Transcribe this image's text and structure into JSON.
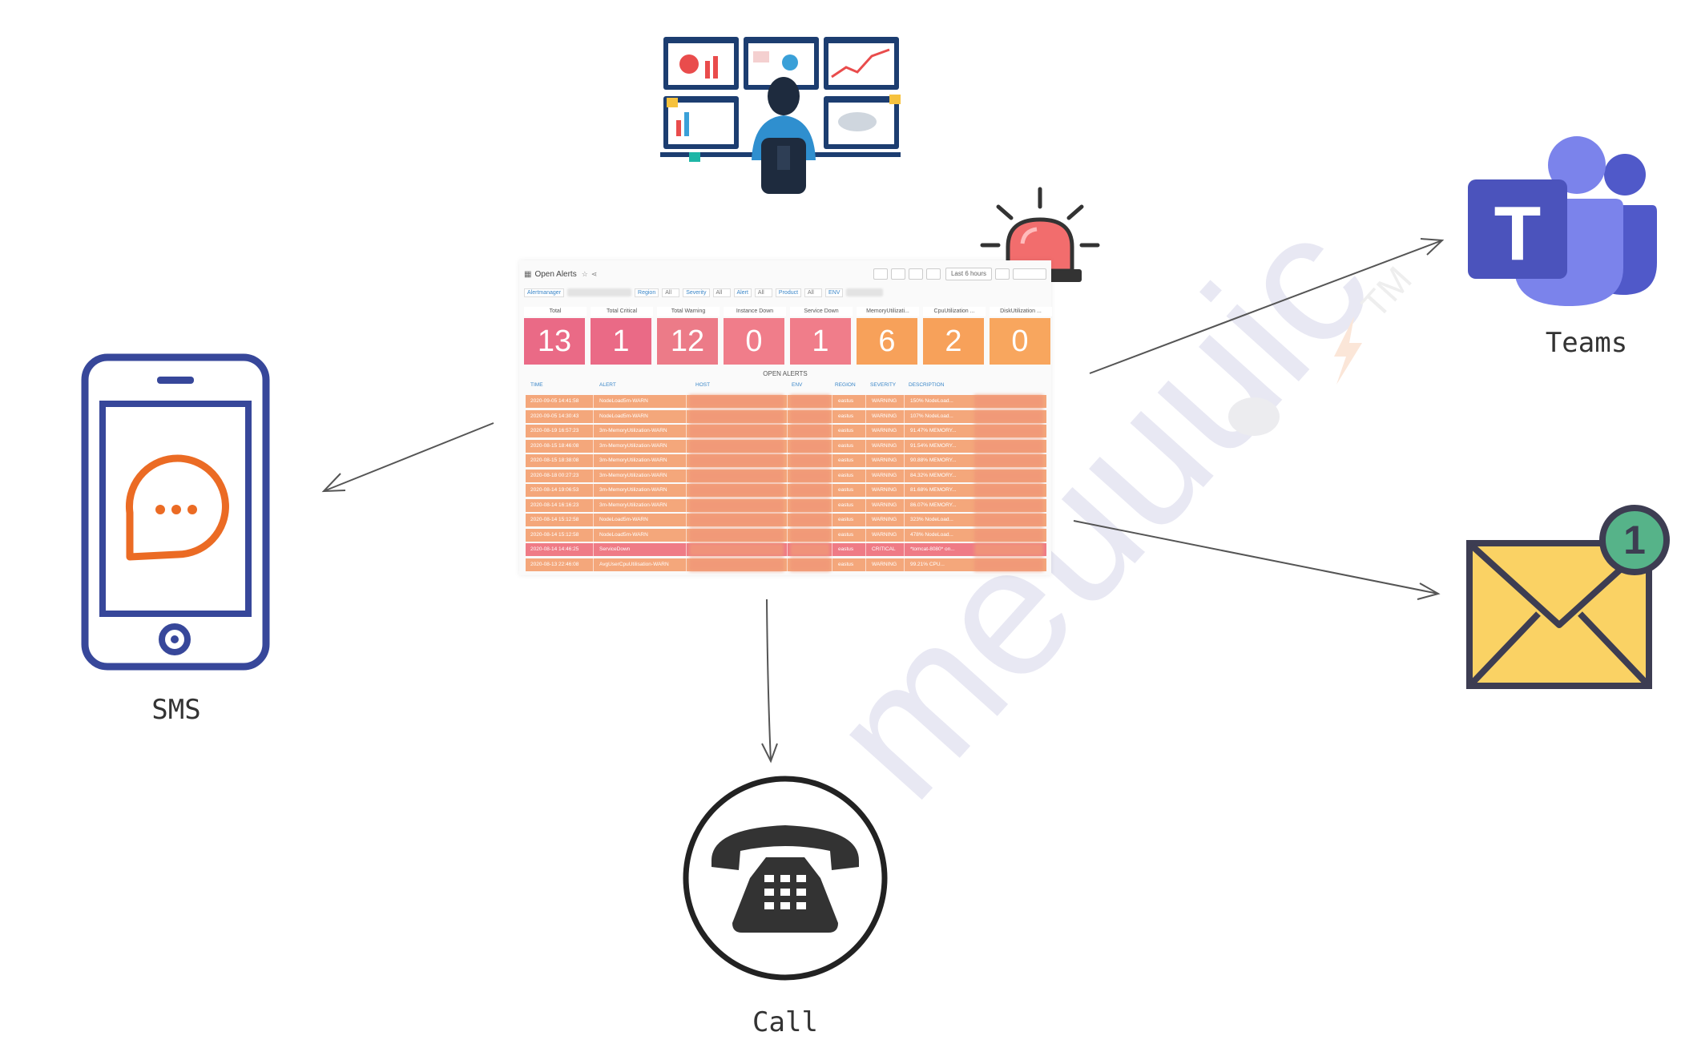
{
  "labels": {
    "sms": "SMS",
    "teams": "Teams",
    "call": "Call"
  },
  "watermark": {
    "text": "meuuuic",
    "tm": "TM"
  },
  "teams_letter": "T",
  "email_badge": "1",
  "dashboard": {
    "title": "Open Alerts",
    "time_range": "Last 6 hours",
    "filters": [
      {
        "label": "Alertmanager",
        "value": ""
      },
      {
        "label": "Region",
        "value": "All"
      },
      {
        "label": "Severity",
        "value": "All"
      },
      {
        "label": "Alert",
        "value": "All"
      },
      {
        "label": "Product",
        "value": "All"
      },
      {
        "label": "ENV",
        "value": ""
      }
    ],
    "stats": [
      {
        "label": "Total",
        "value": "13",
        "color": "#ea6a86"
      },
      {
        "label": "Total Critical",
        "value": "1",
        "color": "#ea6a86"
      },
      {
        "label": "Total Warning",
        "value": "12",
        "color": "#ec7b88"
      },
      {
        "label": "Instance Down",
        "value": "0",
        "color": "#f07d8a"
      },
      {
        "label": "Service Down",
        "value": "1",
        "color": "#f07d8a"
      },
      {
        "label": "MemoryUtilizati...",
        "value": "6",
        "color": "#f7a15a"
      },
      {
        "label": "CpuUtilization ...",
        "value": "2",
        "color": "#f7a15a"
      },
      {
        "label": "DiskUtilization ...",
        "value": "0",
        "color": "#f8a65e"
      }
    ],
    "section_title": "OPEN ALERTS",
    "columns": [
      "TIME",
      "ALERT",
      "HOST",
      "ENV",
      "REGION",
      "SEVERITY",
      "DESCRIPTION"
    ],
    "rows": [
      {
        "time": "2020-09-05 14:41:58",
        "alert": "NodeLoad5m-WARN",
        "region": "eastus",
        "severity": "WARNING",
        "desc": "150% NodeLoad...",
        "critical": false
      },
      {
        "time": "2020-09-05 14:30:43",
        "alert": "NodeLoad5m-WARN",
        "region": "eastus",
        "severity": "WARNING",
        "desc": "107% NodeLoad...",
        "critical": false
      },
      {
        "time": "2020-08-19 16:57:23",
        "alert": "3m-MemoryUtilization-WARN",
        "region": "eastus",
        "severity": "WARNING",
        "desc": "91.47% MEMORY...",
        "critical": false
      },
      {
        "time": "2020-08-15 18:46:08",
        "alert": "3m-MemoryUtilization-WARN",
        "region": "eastus",
        "severity": "WARNING",
        "desc": "91.54% MEMORY...",
        "critical": false
      },
      {
        "time": "2020-08-15 18:38:08",
        "alert": "3m-MemoryUtilization-WARN",
        "region": "eastus",
        "severity": "WARNING",
        "desc": "90.88% MEMORY...",
        "critical": false
      },
      {
        "time": "2020-08-18 00:27:23",
        "alert": "3m-MemoryUtilization-WARN",
        "region": "eastus",
        "severity": "WARNING",
        "desc": "84.32% MEMORY...",
        "critical": false
      },
      {
        "time": "2020-08-14 19:06:53",
        "alert": "3m-MemoryUtilization-WARN",
        "region": "eastus",
        "severity": "WARNING",
        "desc": "81.68% MEMORY...",
        "critical": false
      },
      {
        "time": "2020-08-14 16:16:23",
        "alert": "3m-MemoryUtilization-WARN",
        "region": "eastus",
        "severity": "WARNING",
        "desc": "86.07% MEMORY...",
        "critical": false
      },
      {
        "time": "2020-08-14 15:12:58",
        "alert": "NodeLoad5m-WARN",
        "region": "eastus",
        "severity": "WARNING",
        "desc": "323% NodeLoad...",
        "critical": false
      },
      {
        "time": "2020-08-14 15:12:58",
        "alert": "NodeLoad5m-WARN",
        "region": "eastus",
        "severity": "WARNING",
        "desc": "478% NodeLoad...",
        "critical": false
      },
      {
        "time": "2020-08-14 14:46:25",
        "alert": "ServiceDown",
        "region": "eastus",
        "severity": "CRITICAL",
        "desc": "*tomcat-8080* on...",
        "critical": true
      },
      {
        "time": "2020-08-13 22:46:08",
        "alert": "AvgUserCpuUtilisation-WARN",
        "region": "eastus",
        "severity": "WARNING",
        "desc": "99.21% CPU...",
        "critical": false
      }
    ]
  }
}
